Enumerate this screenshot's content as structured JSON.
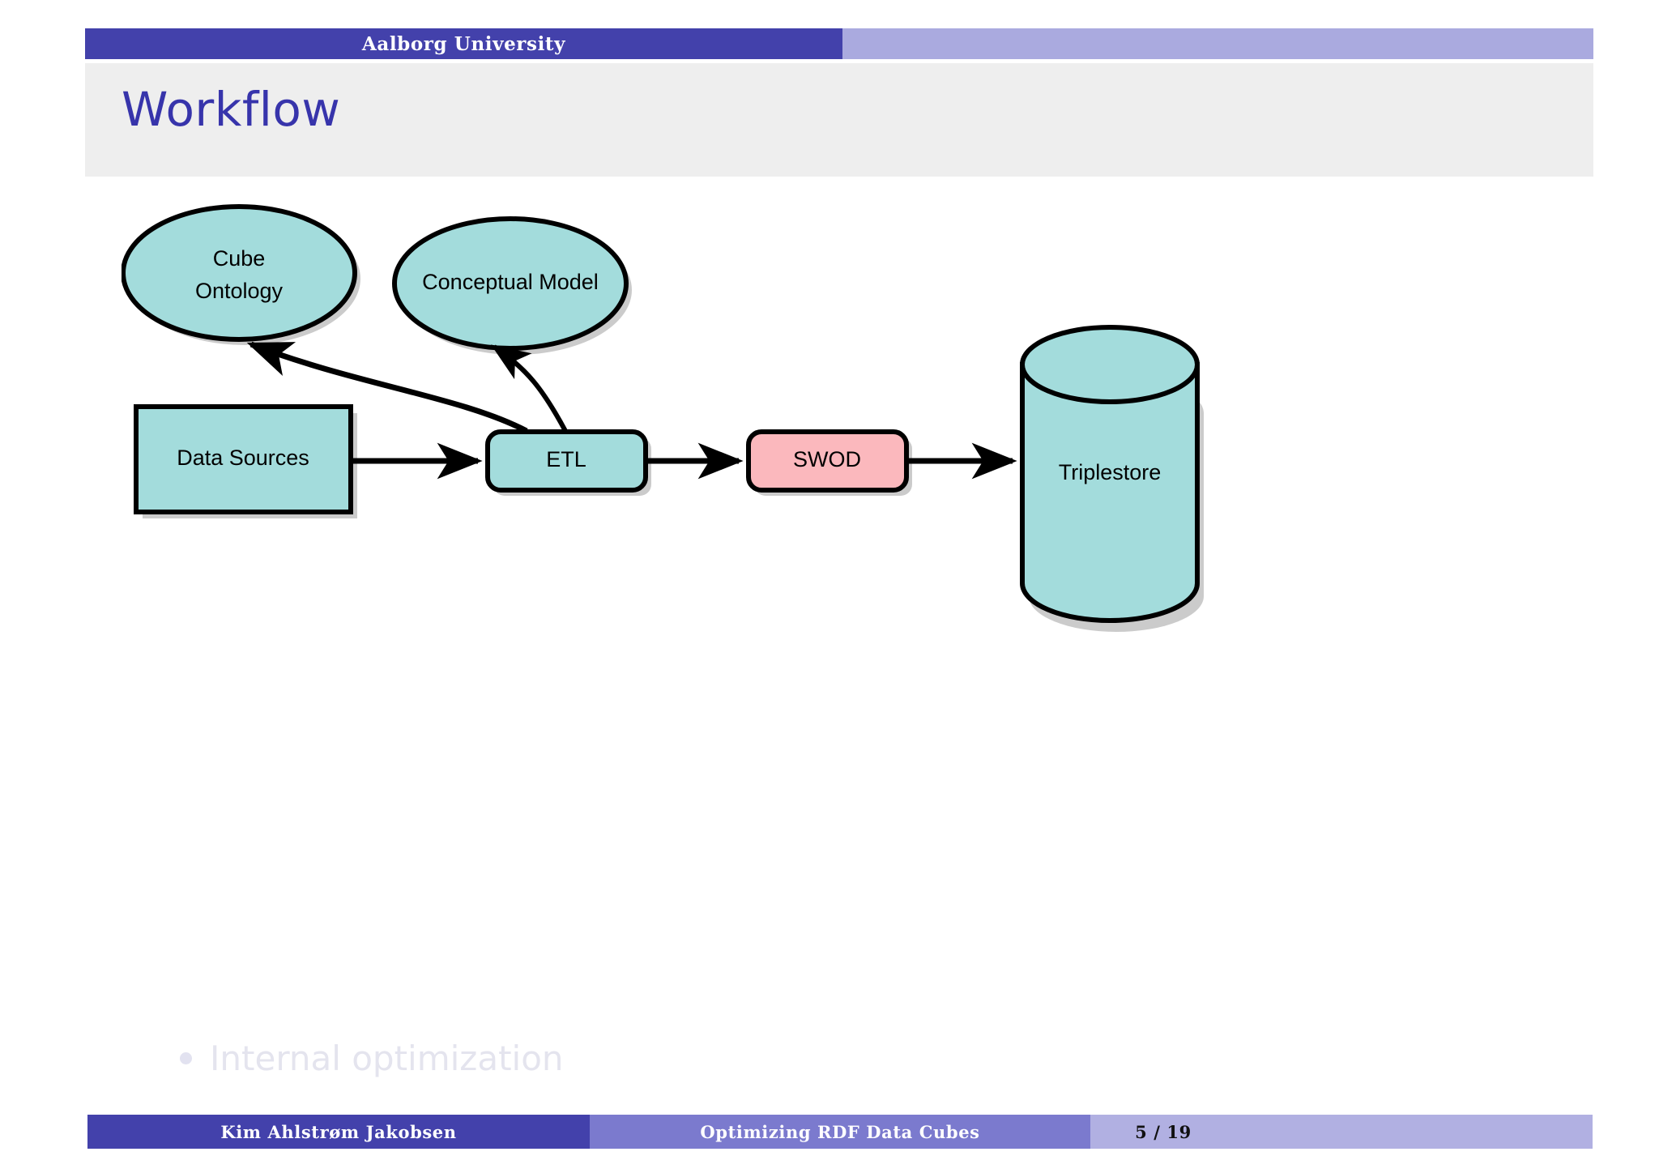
{
  "header": {
    "institution": "Aalborg University"
  },
  "slide": {
    "title": "Workflow"
  },
  "diagram": {
    "nodes": [
      {
        "id": "cube-ontology",
        "label_line1": "Cube",
        "label_line2": "Ontology",
        "shape": "ellipse",
        "fill": "#a3dcdc"
      },
      {
        "id": "conceptual-model",
        "label": "Conceptual Model",
        "shape": "ellipse",
        "fill": "#a3dcdc"
      },
      {
        "id": "data-sources",
        "label": "Data Sources",
        "shape": "rect",
        "fill": "#a3dcdc"
      },
      {
        "id": "etl",
        "label": "ETL",
        "shape": "rounded",
        "fill": "#a3dcdc"
      },
      {
        "id": "swod",
        "label": "SWOD",
        "shape": "rounded",
        "fill": "#fbb8bd"
      },
      {
        "id": "triplestore",
        "label": "Triplestore",
        "shape": "cylinder",
        "fill": "#a3dcdc"
      }
    ],
    "edges": [
      {
        "from": "data-sources",
        "to": "etl"
      },
      {
        "from": "etl",
        "to": "swod"
      },
      {
        "from": "swod",
        "to": "triplestore"
      },
      {
        "from": "etl",
        "to": "cube-ontology"
      },
      {
        "from": "etl",
        "to": "conceptual-model"
      }
    ],
    "colors": {
      "teal": "#a3dcdc",
      "pink": "#fbb8bd",
      "stroke": "#000000",
      "shadow": "#cccccc"
    }
  },
  "bullets": [
    {
      "text": "Internal optimization",
      "state": "dimmed"
    }
  ],
  "footer": {
    "author": "Kim Ahlstrøm Jakobsen",
    "talk_title": "Optimizing RDF Data Cubes",
    "page": "5 / 19"
  },
  "theme": {
    "primary_dark": "#4341ab",
    "primary_mid": "#7b7ace",
    "primary_light": "#b1b0e2",
    "header_light": "#aaaadf",
    "title_band": "#eeeeee",
    "title_color": "#3734ab",
    "dim_text": "#e4e4ee"
  }
}
